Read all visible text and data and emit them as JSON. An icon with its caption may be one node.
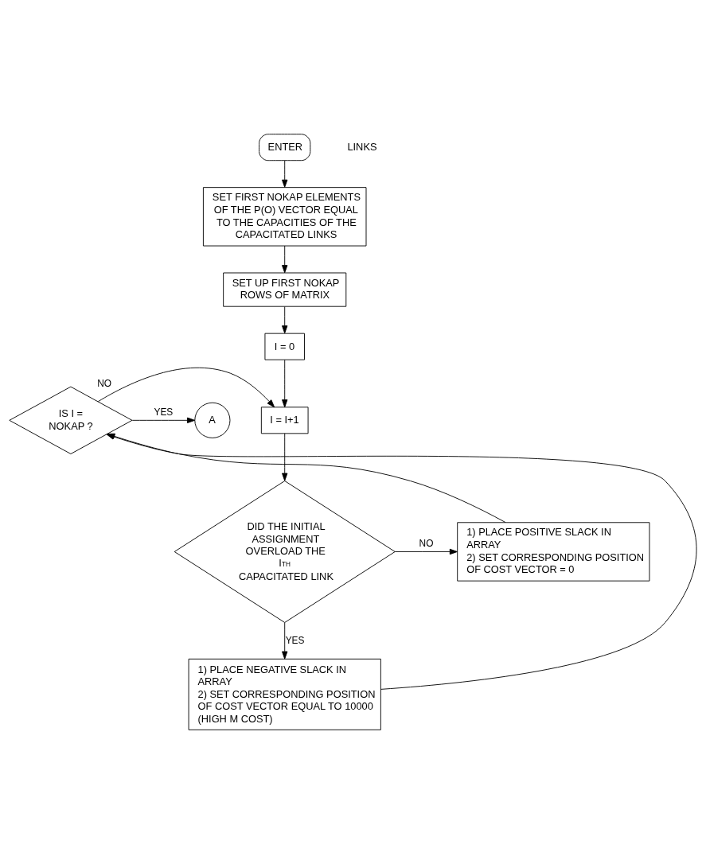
{
  "diagram": {
    "nodes": [
      {
        "text": [
          "ENTER"
        ]
      },
      {
        "text": [
          "SET FIRST NOKAP ELEMENTS OF THE P(O) VECTOR EQUAL TO THE CAPACITIES OF THE CAPACITATED LINKS"
        ]
      },
      {
        "text": [
          "SET UP FIRST NOKAP ROWS OF MATRIX"
        ]
      },
      {
        "text": [
          "I = 0"
        ]
      },
      {
        "text": [
          "I = I+1"
        ]
      },
      {
        "text": [
          "IS I = NOKAP ?"
        ]
      },
      {
        "text": [
          "A"
        ]
      },
      {
        "text": [
          "DID THE INITIAL ASSIGNMENT OVERLOAD THE I$^{TH}$ CAPACITATED LINK"
        ]
      },
      {
        "text": [
          "1) PLACE POSITIVE SLACK IN ARRAY",
          "2) SET CORRESPONDING POSITION OF COST VECTOR = 0"
        ]
      },
      {
        "text": [
          "1) PLACE NEGATIVE SLACK IN ARRAY",
          "2) SET CORRESPONDING POSITION OF COST VECTOR EQUAL TO 10000 (HIGH M COST)"
        ]
      }
    ],
    "edges": [
      {
        "from": 0,
        "to": 1,
        "arrow": "to"
      },
      {
        "from": 1,
        "to": 2,
        "arrow": "to"
      },
      {
        "from": 2,
        "to": 3,
        "arrow": "to"
      },
      {
        "from": 3,
        "to": 4,
        "arrow": "to"
      },
      {
        "from": 4,
        "to": 7,
        "arrow": "to"
      },
      {
        "from": 5,
        "to": 4,
        "arrow": "to",
        "label": "NO"
      },
      {
        "from": 5,
        "to": 6,
        "arrow": "to",
        "label": "YES"
      },
      {
        "from": 7,
        "to": 8,
        "arrow": "to",
        "label": "NO"
      },
      {
        "from": 7,
        "to": 9,
        "arrow": "to",
        "label": "YES"
      },
      {
        "from": 8,
        "to": 5,
        "arrow": "to"
      },
      {
        "from": 9,
        "to": 5,
        "arrow": "to"
      }
    ],
    "labels": [
      "LINKS"
    ]
  }
}
